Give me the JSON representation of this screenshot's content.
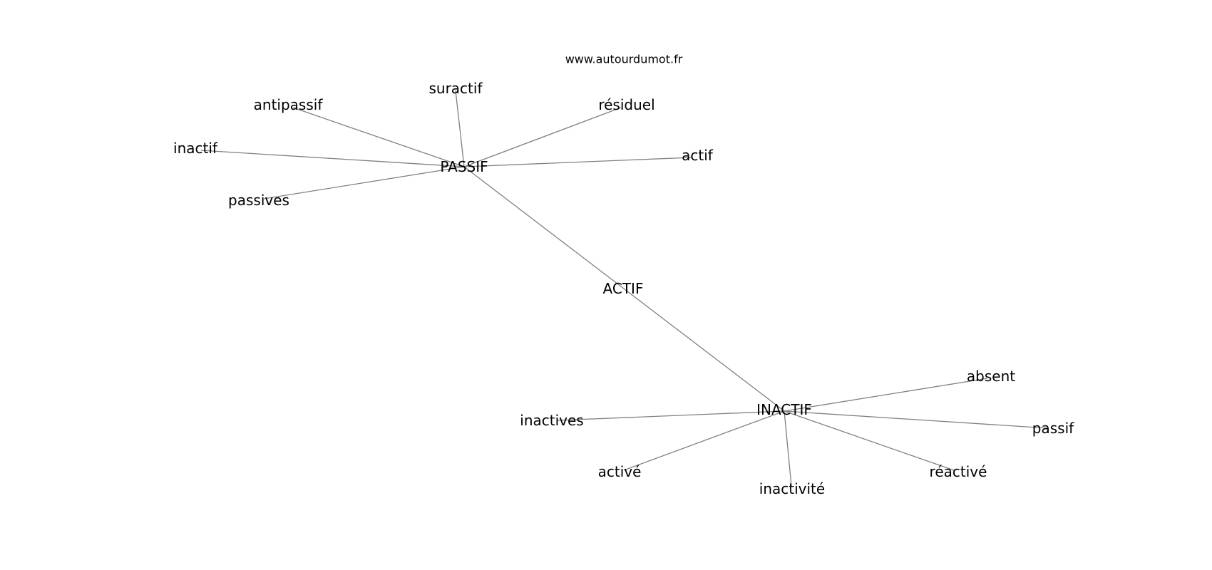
{
  "watermark": "www.autourdumot.fr",
  "graph": {
    "nodes": [
      {
        "id": "passif_hub",
        "label": "PASSIF",
        "hub": true
      },
      {
        "id": "actif_center",
        "label": "ACTIF",
        "hub": true
      },
      {
        "id": "inactif_hub",
        "label": "INACTIF",
        "hub": true
      },
      {
        "id": "suractif",
        "label": "suractif"
      },
      {
        "id": "antipassif",
        "label": "antipassif"
      },
      {
        "id": "residuel",
        "label": "résiduel"
      },
      {
        "id": "inactif",
        "label": "inactif"
      },
      {
        "id": "actif",
        "label": "actif"
      },
      {
        "id": "passives",
        "label": "passives"
      },
      {
        "id": "absent",
        "label": "absent"
      },
      {
        "id": "inactives",
        "label": "inactives"
      },
      {
        "id": "passif",
        "label": "passif"
      },
      {
        "id": "active",
        "label": "activé"
      },
      {
        "id": "reactive",
        "label": "réactivé"
      },
      {
        "id": "inactivite",
        "label": "inactivité"
      }
    ],
    "edges": [
      [
        "passif_hub",
        "suractif"
      ],
      [
        "passif_hub",
        "antipassif"
      ],
      [
        "passif_hub",
        "residuel"
      ],
      [
        "passif_hub",
        "inactif"
      ],
      [
        "passif_hub",
        "actif"
      ],
      [
        "passif_hub",
        "passives"
      ],
      [
        "passif_hub",
        "inactif_hub"
      ],
      [
        "inactif_hub",
        "absent"
      ],
      [
        "inactif_hub",
        "inactives"
      ],
      [
        "inactif_hub",
        "passif"
      ],
      [
        "inactif_hub",
        "active"
      ],
      [
        "inactif_hub",
        "reactive"
      ],
      [
        "inactif_hub",
        "inactivite"
      ]
    ]
  }
}
